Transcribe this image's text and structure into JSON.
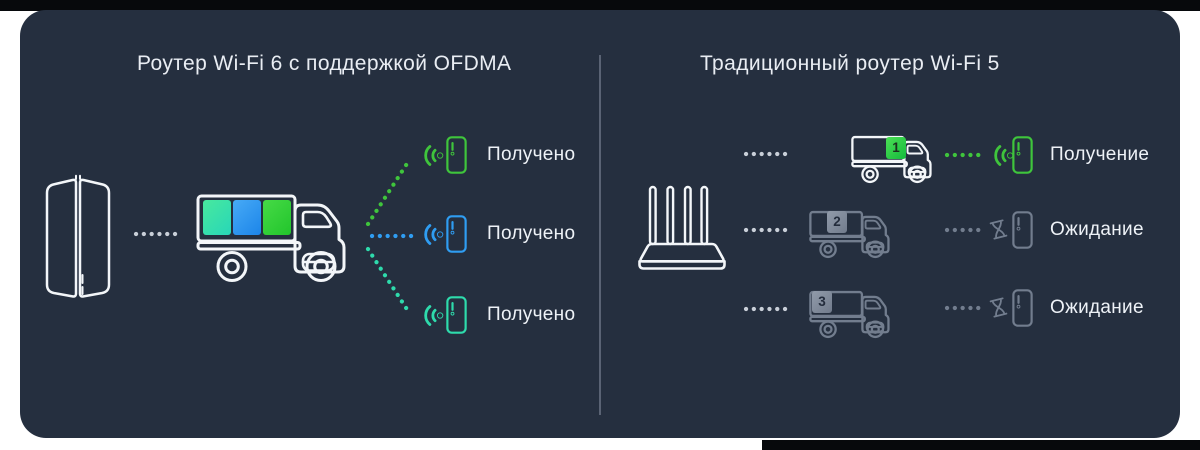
{
  "colors": {
    "panel_bg": "#252f3f",
    "outline_white": "#f3f6f9",
    "waiting_gray": "#727d8e",
    "green": "#3fc53c",
    "blue": "#2f9df2",
    "teal": "#2edbac",
    "dots_neutral": "#c9cfd8",
    "divider": "#5a6374"
  },
  "left": {
    "title": "Роутер Wi-Fi 6 с поддержкой OFDMA",
    "router": "mesh-router",
    "truck_blocks": [
      {
        "color": "teal"
      },
      {
        "color": "blue"
      },
      {
        "color": "green"
      }
    ],
    "rows": [
      {
        "label": "Получено",
        "color": "green",
        "icon": "wifi"
      },
      {
        "label": "Получено",
        "color": "blue",
        "icon": "wifi"
      },
      {
        "label": "Получено",
        "color": "teal",
        "icon": "wifi"
      }
    ]
  },
  "right": {
    "title": "Традиционный роутер Wi-Fi 5",
    "router": "wifi5-router",
    "rows": [
      {
        "truck_number": "1",
        "label": "Получение",
        "color": "green",
        "icon": "wifi"
      },
      {
        "truck_number": "2",
        "label": "Ожидание",
        "color": "gray",
        "icon": "hourglass"
      },
      {
        "truck_number": "3",
        "label": "Ожидание",
        "color": "gray",
        "icon": "hourglass"
      }
    ]
  }
}
